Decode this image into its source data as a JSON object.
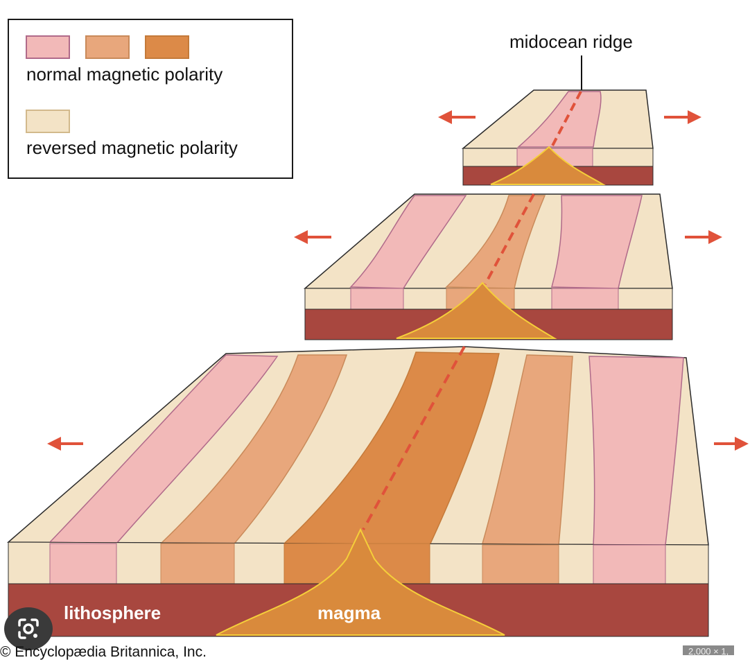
{
  "legend": {
    "normal_label": "normal magnetic polarity",
    "reversed_label": "reversed magnetic polarity",
    "normal_swatch_colors": [
      "#f2b9b8",
      "#e8a77c",
      "#dc8a48"
    ],
    "reversed_swatch_color": "#f3e3c6"
  },
  "labels": {
    "ridge": "midocean ridge",
    "lithosphere": "lithosphere",
    "magma": "magma"
  },
  "credit": "© Encyclopædia Britannica, Inc.",
  "size_badge": "2,000 × 1,",
  "colors": {
    "reversed": "#f3e3c6",
    "normal_young": "#dc8a48",
    "normal_mid": "#e8a77c",
    "normal_old": "#f2b9b8",
    "lithosphere": "#a8473f",
    "magma": "#d98a3c",
    "arrow": "#e0523a",
    "outline": "#2b2b2b",
    "magma_edge": "#f5cf3a"
  },
  "icons": {
    "lens": "google-lens-icon",
    "arrow": "arrow-icon"
  }
}
